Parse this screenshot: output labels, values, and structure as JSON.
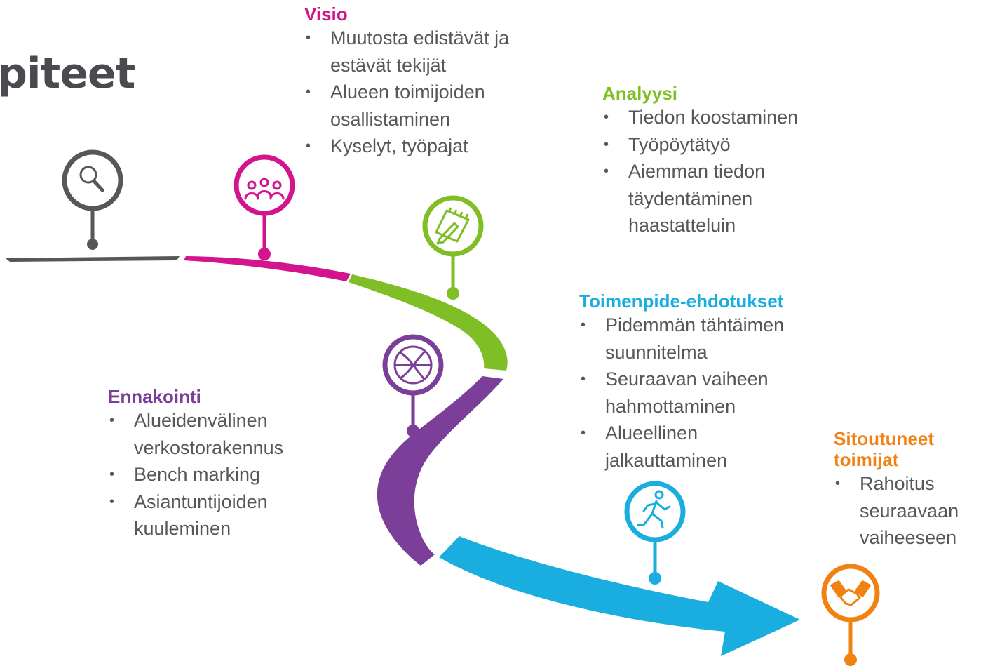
{
  "title": "piteet",
  "blocks": {
    "visio": {
      "heading": "Visio",
      "items": [
        "Muutosta edistävät ja estävät tekijät",
        "Alueen toimijoiden osallistaminen",
        "Kyselyt, työpajat"
      ]
    },
    "analyysi": {
      "heading": "Analyysi",
      "items": [
        "Tiedon koostaminen",
        "Työpöytätyö",
        "Aiemman tiedon täydentäminen haastatteluin"
      ]
    },
    "toimenpide": {
      "heading": "Toimenpide-ehdotukset",
      "items": [
        "Pidemmän tähtäimen suunnitelma",
        "Seuraavan vaiheen hahmottaminen",
        "Alueellinen jalkauttaminen"
      ]
    },
    "ennakointi": {
      "heading": "Ennakointi",
      "items": [
        "Alueidenvälinen verkostorakennus",
        "Bench marking",
        "Asiantuntijoiden kuuleminen"
      ]
    },
    "sitoutuneet": {
      "heading": "Sitoutuneet toimijat",
      "items": [
        "Rahoitus seuraavaan vaiheeseen"
      ]
    }
  },
  "bullet": "•",
  "pins": [
    {
      "name": "search-pin",
      "icon": "search-icon",
      "color": "#55575a"
    },
    {
      "name": "group-pin",
      "icon": "people-group-icon",
      "color": "#d4148c"
    },
    {
      "name": "notepad-pin",
      "icon": "notepad-pencil-icon",
      "color": "#7fbe24"
    },
    {
      "name": "ball-pin",
      "icon": "ball-icon",
      "color": "#7b3f99"
    },
    {
      "name": "runner-pin",
      "icon": "runner-icon",
      "color": "#19aedf"
    },
    {
      "name": "handshake-pin",
      "icon": "handshake-icon",
      "color": "#f08112"
    }
  ],
  "colors": {
    "gray": "#55575a",
    "magenta": "#d4148c",
    "green": "#7fbe24",
    "purple": "#7b3f99",
    "cyan": "#19aedf",
    "orange": "#f08112"
  }
}
